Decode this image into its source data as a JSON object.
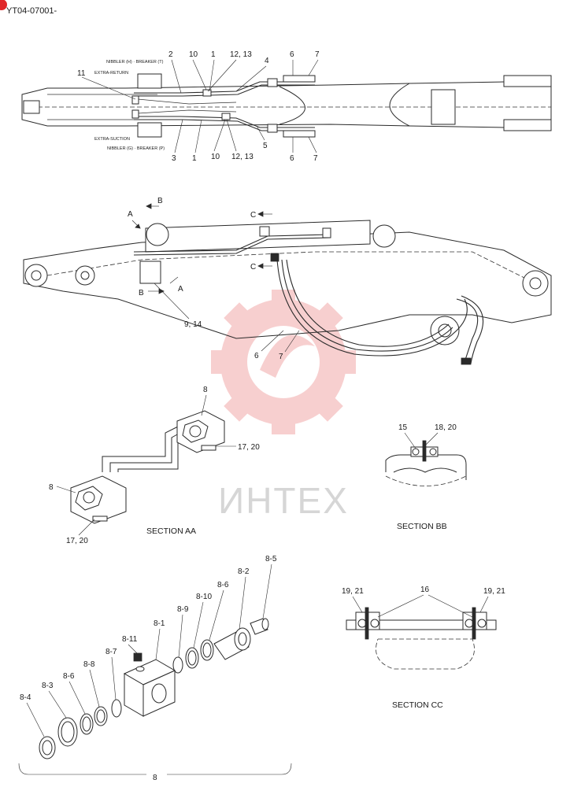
{
  "header": {
    "doc_id": "YT04-07001-"
  },
  "watermark": {
    "text": "ИНТЕХ",
    "color": "#f4b8b8"
  },
  "top_view": {
    "notes": {
      "nibbler_upper": "NIBBLER (H) · BREAKER (T)",
      "extra_return": "EXTRA-RETURN",
      "extra_suction": "EXTRA-SUCTION",
      "nibbler_lower": "NIBBLER (G) · BREAKER (P)"
    },
    "callouts_top": [
      "11",
      "2",
      "10",
      "1",
      "12, 13",
      "4",
      "6",
      "7"
    ],
    "callouts_bottom": [
      "3",
      "1",
      "10",
      "12, 13",
      "5",
      "6",
      "7"
    ]
  },
  "side_view": {
    "section_marks": [
      "A",
      "B",
      "C",
      "C",
      "B",
      "A"
    ],
    "callouts": [
      "9, 14",
      "6",
      "7"
    ]
  },
  "section_aa": {
    "title": "SECTION AA",
    "callouts": [
      "8",
      "17, 20",
      "8",
      "17, 20"
    ]
  },
  "section_bb": {
    "title": "SECTION BB",
    "callouts": [
      "15",
      "18, 20"
    ]
  },
  "section_cc": {
    "title": "SECTION CC",
    "callouts": [
      "19, 21",
      "16",
      "19, 21"
    ]
  },
  "explode": {
    "parts": [
      "8-5",
      "8-2",
      "8-6",
      "8-10",
      "8-9",
      "8-1",
      "8-11",
      "8-7",
      "8-8",
      "8-6",
      "8-3",
      "8-4"
    ],
    "assembly": "8"
  }
}
